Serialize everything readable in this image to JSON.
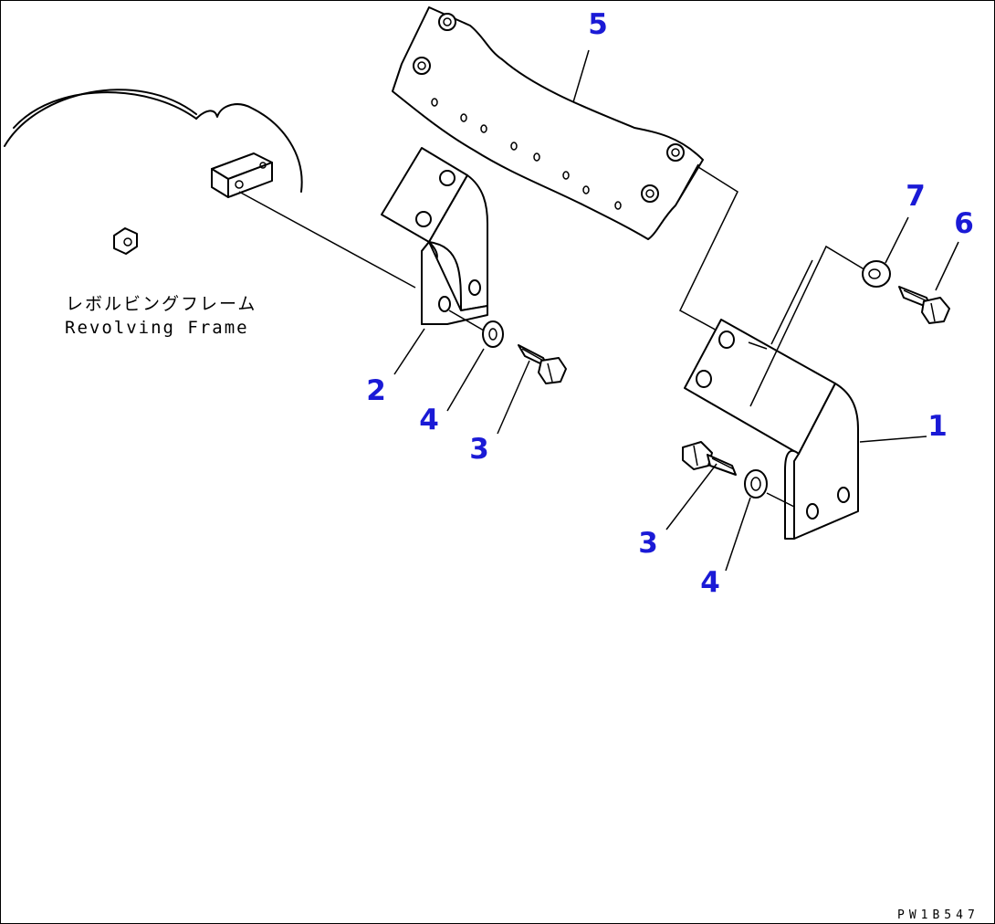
{
  "frame_label_jp": "レボルビングフレーム",
  "frame_label_en": "Revolving Frame",
  "drawing_id": "PW1B547",
  "callouts": [
    "5",
    "7",
    "6",
    "2",
    "4",
    "3",
    "1",
    "3",
    "4"
  ],
  "colors": {
    "callout": "#1a1ad6",
    "line": "#000000",
    "background": "#ffffff"
  }
}
